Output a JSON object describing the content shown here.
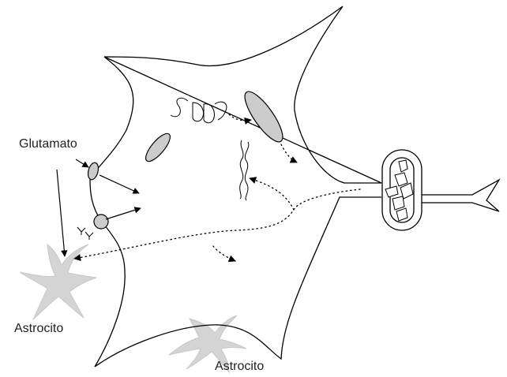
{
  "labels": {
    "glutamate": "Glutamato",
    "astrocyte_left": "Astrocito",
    "astrocyte_bottom": "Astrocito"
  },
  "colors": {
    "line": "#000000",
    "organelle_fill": "#cccccc",
    "astrocyte_fill": "#d4d4d4",
    "text": "#222222"
  }
}
